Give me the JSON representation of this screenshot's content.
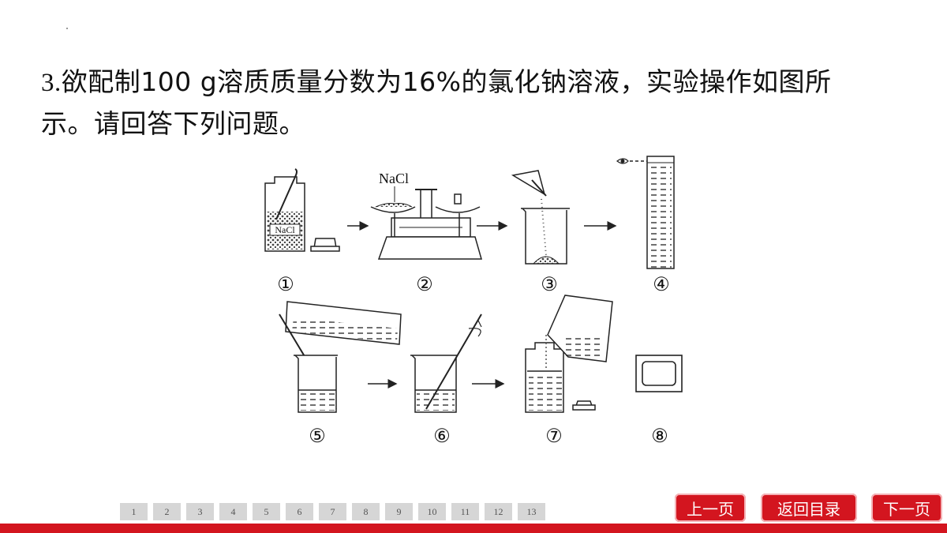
{
  "question": {
    "number": "3.",
    "line1_rest": "欲配制100 g溶质质量分数为16%的氯化钠溶液，实验操作如图所",
    "line2": "示。请回答下列问题。"
  },
  "figure": {
    "nacl_label_jar": "NaCl",
    "nacl_label_balance": "NaCl",
    "step_labels": [
      "①",
      "②",
      "③",
      "④",
      "⑤",
      "⑥",
      "⑦",
      "⑧"
    ]
  },
  "pager": {
    "pages": [
      "1",
      "2",
      "3",
      "4",
      "5",
      "6",
      "7",
      "8",
      "9",
      "10",
      "11",
      "12",
      "13"
    ]
  },
  "nav": {
    "prev": "上一页",
    "toc": "返回目录",
    "next": "下一页"
  },
  "colors": {
    "accent": "#d3151f",
    "page_button": "#d6d6d6"
  }
}
